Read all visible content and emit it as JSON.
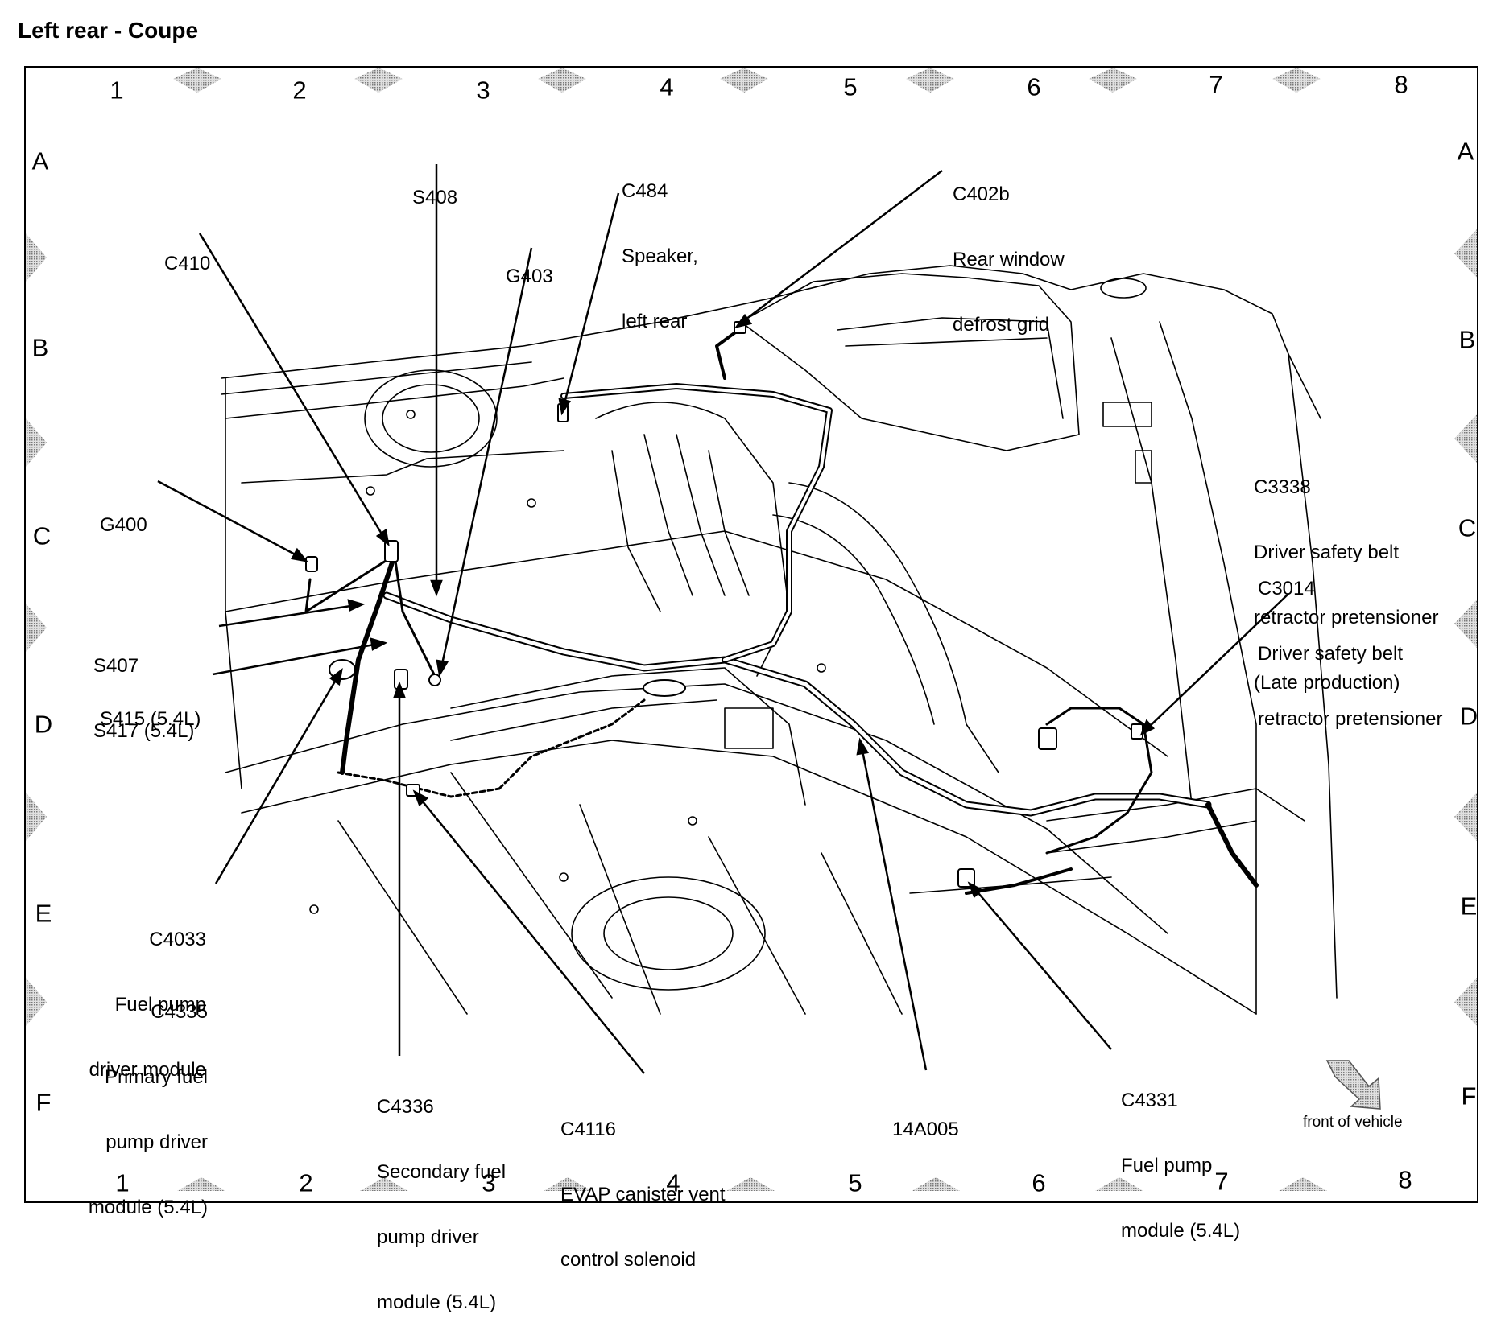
{
  "title": "Left rear - Coupe",
  "grid": {
    "columns": [
      "1",
      "2",
      "3",
      "4",
      "5",
      "6",
      "7",
      "8"
    ],
    "rows": [
      "A",
      "B",
      "C",
      "D",
      "E",
      "F"
    ]
  },
  "callouts": {
    "s408": [
      "S408"
    ],
    "c484": [
      "C484",
      "Speaker,",
      "left rear"
    ],
    "c402b": [
      "C402b",
      "Rear window",
      "defrost grid"
    ],
    "c410": [
      "C410"
    ],
    "g403": [
      "G403"
    ],
    "g400": [
      "G400"
    ],
    "c3338": [
      "C3338",
      "Driver safety belt",
      "retractor pretensioner",
      "(Late production)"
    ],
    "c3014": [
      "C3014",
      "Driver safety belt",
      "retractor pretensioner"
    ],
    "s407": [
      "S407",
      "S417 (5.4L)"
    ],
    "s415": [
      "S415 (5.4L)"
    ],
    "c4033": [
      "C4033",
      "Fuel pump",
      "driver module"
    ],
    "c4335": [
      "C4335",
      "Primary fuel",
      "pump driver",
      "module (5.4L)"
    ],
    "c4336": [
      "C4336",
      "Secondary fuel",
      "pump driver",
      "module (5.4L)"
    ],
    "c4116": [
      "C4116",
      "EVAP canister vent",
      "control solenoid"
    ],
    "h14a005": [
      "14A005"
    ],
    "c4331": [
      "C4331",
      "Fuel pump",
      "module (5.4L)"
    ]
  },
  "front_of_vehicle": "front of vehicle",
  "colors": {
    "line": "#000000",
    "marker": "#9a9a9a",
    "arrow": "#c8c8c8"
  }
}
